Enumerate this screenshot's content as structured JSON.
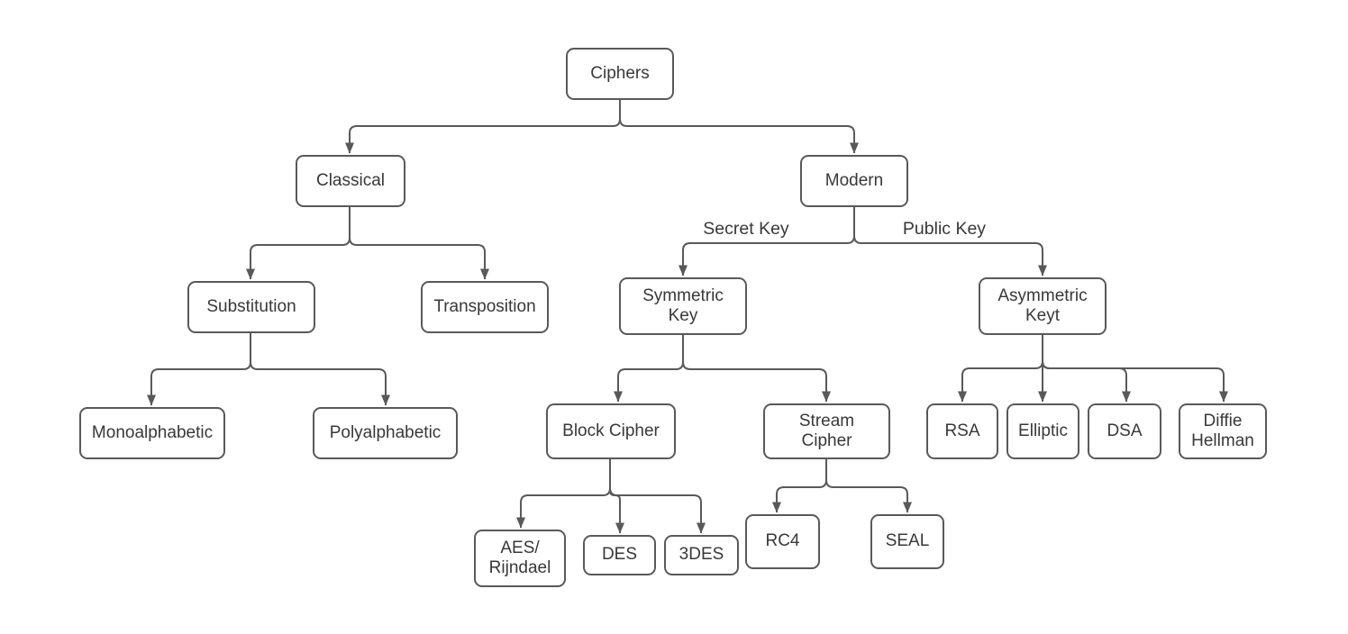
{
  "diagram": {
    "nodes": {
      "ciphers": {
        "label": "Ciphers"
      },
      "classical": {
        "label": "Classical"
      },
      "modern": {
        "label": "Modern"
      },
      "substitution": {
        "label": "Substitution"
      },
      "transposition": {
        "label": "Transposition"
      },
      "symmetric_key": {
        "label": "Symmetric\nKey"
      },
      "asymmetric_key": {
        "label": "Asymmetric\nKeyt"
      },
      "monoalphabetic": {
        "label": "Monoalphabetic"
      },
      "polyalphabetic": {
        "label": "Polyalphabetic"
      },
      "block_cipher": {
        "label": "Block Cipher"
      },
      "stream_cipher": {
        "label": "Stream\nCipher"
      },
      "rsa": {
        "label": "RSA"
      },
      "elliptic": {
        "label": "Elliptic"
      },
      "dsa": {
        "label": "DSA"
      },
      "diffie_hellman": {
        "label": "Diffie\nHellman"
      },
      "aes_rijndael": {
        "label": "AES/\nRijndael"
      },
      "des": {
        "label": "DES"
      },
      "triple_des": {
        "label": "3DES"
      },
      "rc4": {
        "label": "RC4"
      },
      "seal": {
        "label": "SEAL"
      }
    },
    "edge_labels": {
      "secret_key": "Secret Key",
      "public_key": "Public Key"
    },
    "colors": {
      "node_border": "#595959",
      "connector": "#595959",
      "text": "#383838",
      "background": "#ffffff"
    }
  }
}
